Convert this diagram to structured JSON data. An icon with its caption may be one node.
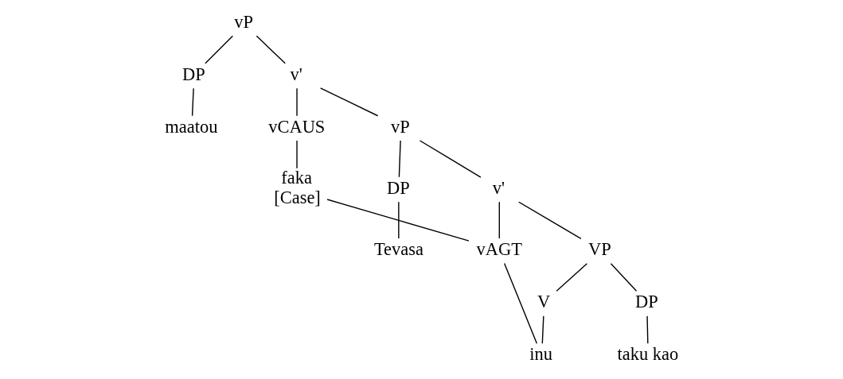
{
  "diagram": {
    "nodes": [
      {
        "text": [
          "vP"
        ]
      },
      {
        "text": [
          "DP"
        ]
      },
      {
        "text": [
          "maatou"
        ]
      },
      {
        "text": [
          "v'"
        ]
      },
      {
        "text": [
          "vCAUS"
        ]
      },
      {
        "text": [
          "faka",
          "[Case]"
        ]
      },
      {
        "text": [
          "vP"
        ]
      },
      {
        "text": [
          "DP"
        ]
      },
      {
        "text": [
          "Tevasa"
        ]
      },
      {
        "text": [
          "v'"
        ]
      },
      {
        "text": [
          "vAGT"
        ]
      },
      {
        "text": [
          "VP"
        ]
      },
      {
        "text": [
          "V"
        ]
      },
      {
        "text": [
          "DP"
        ]
      },
      {
        "text": [
          "inu"
        ]
      },
      {
        "text": [
          "taku kao"
        ]
      }
    ],
    "edges": [
      {
        "from": 0,
        "to": 1,
        "arrow": "none"
      },
      {
        "from": 1,
        "to": 2,
        "arrow": "none"
      },
      {
        "from": 0,
        "to": 3,
        "arrow": "none"
      },
      {
        "from": 3,
        "to": 4,
        "arrow": "none"
      },
      {
        "from": 4,
        "to": 5,
        "arrow": "none"
      },
      {
        "from": 3,
        "to": 6,
        "arrow": "none"
      },
      {
        "from": 6,
        "to": 7,
        "arrow": "none"
      },
      {
        "from": 7,
        "to": 8,
        "arrow": "none"
      },
      {
        "from": 6,
        "to": 9,
        "arrow": "none"
      },
      {
        "from": 9,
        "to": 10,
        "arrow": "none"
      },
      {
        "from": 9,
        "to": 11,
        "arrow": "none"
      },
      {
        "from": 11,
        "to": 12,
        "arrow": "none"
      },
      {
        "from": 11,
        "to": 13,
        "arrow": "none"
      },
      {
        "from": 12,
        "to": 14,
        "arrow": "none"
      },
      {
        "from": 13,
        "to": 15,
        "arrow": "none"
      },
      {
        "from": 5,
        "to": 10,
        "arrow": "none"
      },
      {
        "from": 10,
        "to": 14,
        "arrow": "none"
      }
    ]
  }
}
